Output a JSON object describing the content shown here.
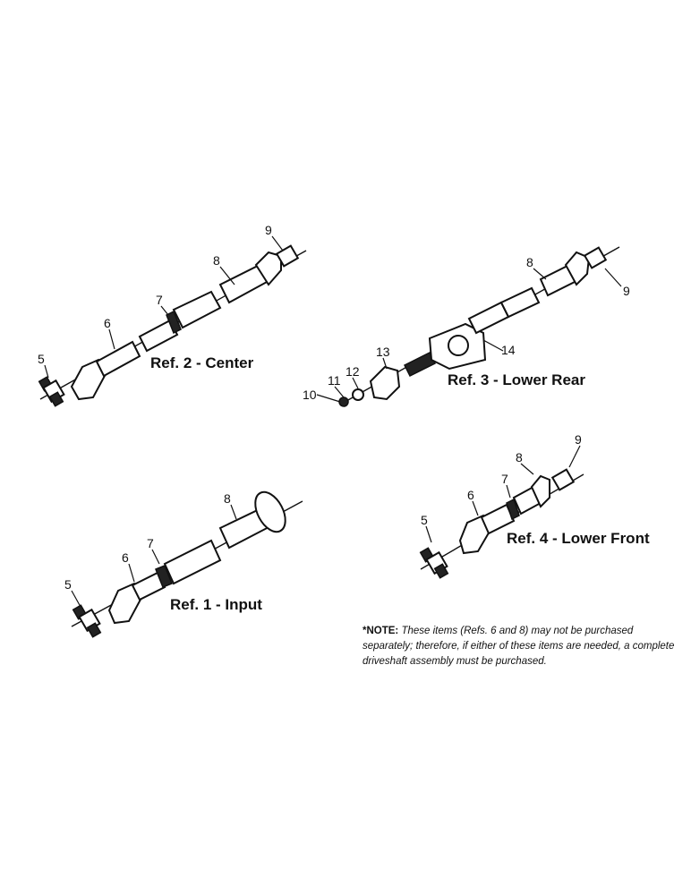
{
  "assemblies": {
    "center": {
      "title": "Ref. 2 - Center",
      "callouts": [
        "5",
        "6",
        "7",
        "8",
        "9"
      ]
    },
    "lower_rear": {
      "title": "Ref. 3 - Lower Rear",
      "callouts": [
        "8",
        "9",
        "10",
        "11",
        "12",
        "13",
        "14"
      ]
    },
    "input": {
      "title": "Ref. 1 - Input",
      "callouts": [
        "5",
        "6",
        "7",
        "8"
      ]
    },
    "lower_front": {
      "title": "Ref. 4 - Lower Front",
      "callouts": [
        "5",
        "6",
        "7",
        "8",
        "9"
      ]
    }
  },
  "note": {
    "label": "*NOTE:",
    "text": "These items (Refs. 6 and 8) may not be purchased separately; therefore, if either of these items are needed, a complete driveshaft assembly must be purchased."
  }
}
